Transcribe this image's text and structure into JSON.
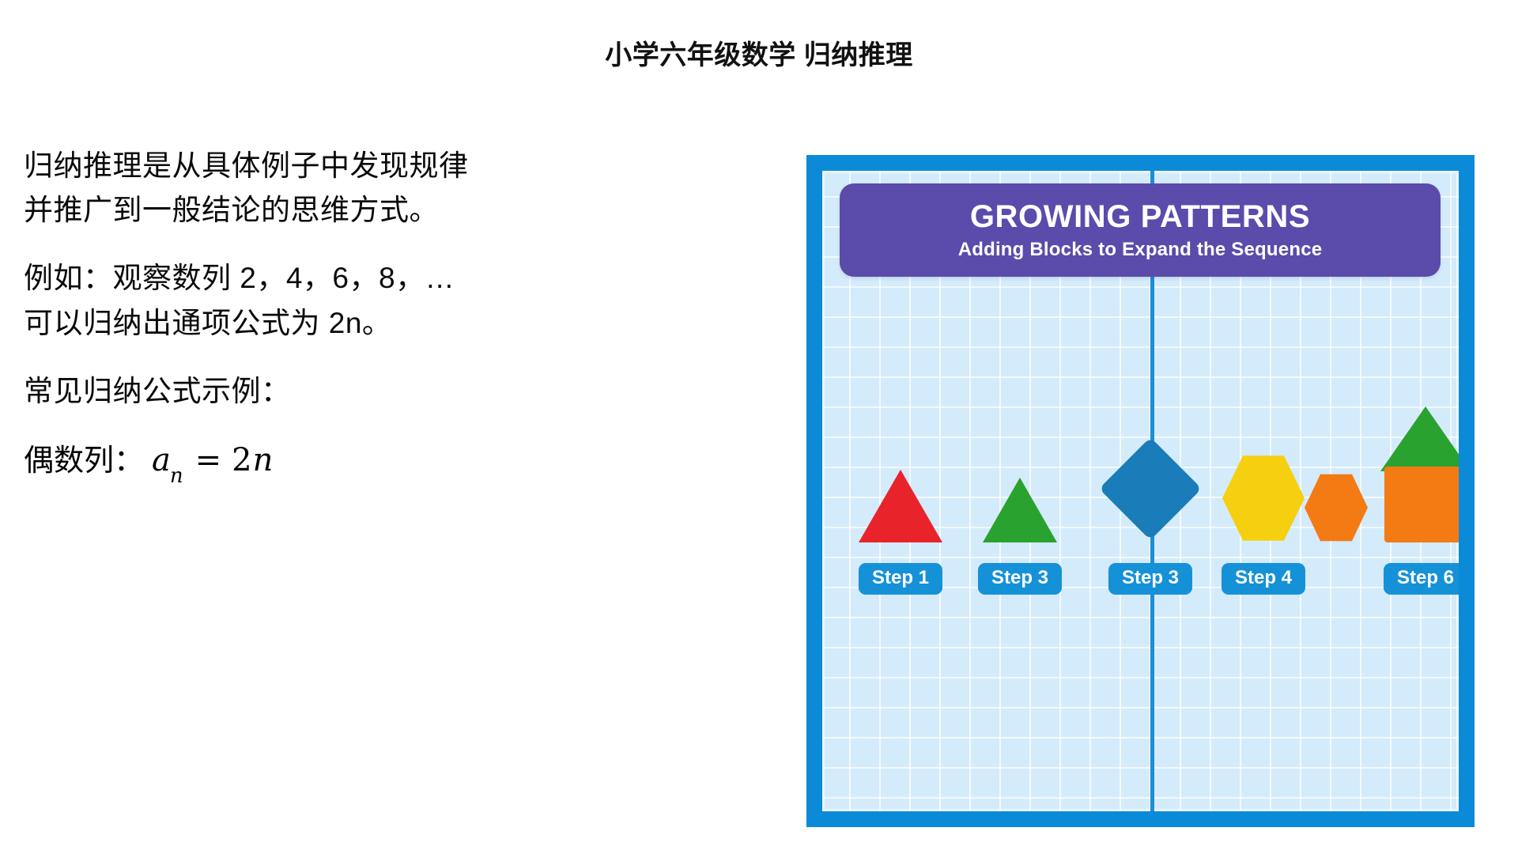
{
  "page": {
    "title": "小学六年级数学 归纳推理"
  },
  "lesson": {
    "definition": {
      "line1": "归纳推理是从具体例子中发现规律",
      "line2": "并推广到一般结论的思维方式。"
    },
    "example": {
      "line1": "例如：观察数列 2，4，6，8，…",
      "line2": "可以归纳出通项公式为 2n。"
    },
    "formulas_heading": "常见归纳公式示例：",
    "formula": {
      "label": "偶数列：",
      "term": "a",
      "subscript": "n",
      "operator": "=",
      "coefficient": "2",
      "variable": "n"
    }
  },
  "illustration": {
    "banner": {
      "title": "GROWING PATTERNS",
      "subtitle": "Adding Blocks to Expand the Sequence"
    },
    "steps": [
      {
        "label": "Step 1",
        "shape": "triangle",
        "color": "#e8242a"
      },
      {
        "label": "Step 3",
        "shape": "triangle",
        "color": "#2aa22f"
      },
      {
        "label": "Step 3",
        "shape": "diamond",
        "color": "#1a7cb8"
      },
      {
        "label": "Step 4",
        "shape": "hexagon",
        "color": "#f6cf10"
      },
      {
        "label": "Step 6",
        "shape": "house",
        "color": "#f47a14"
      }
    ],
    "extra_shape": {
      "label": "",
      "shape": "hexagon",
      "color": "#f47a14"
    },
    "colors": {
      "panel_border": "#0b8bd7",
      "grid_background": "#d4ebfb",
      "banner": "#5b4bab",
      "badge": "#1591d8",
      "accent_rule": "#1b8fd4"
    }
  }
}
